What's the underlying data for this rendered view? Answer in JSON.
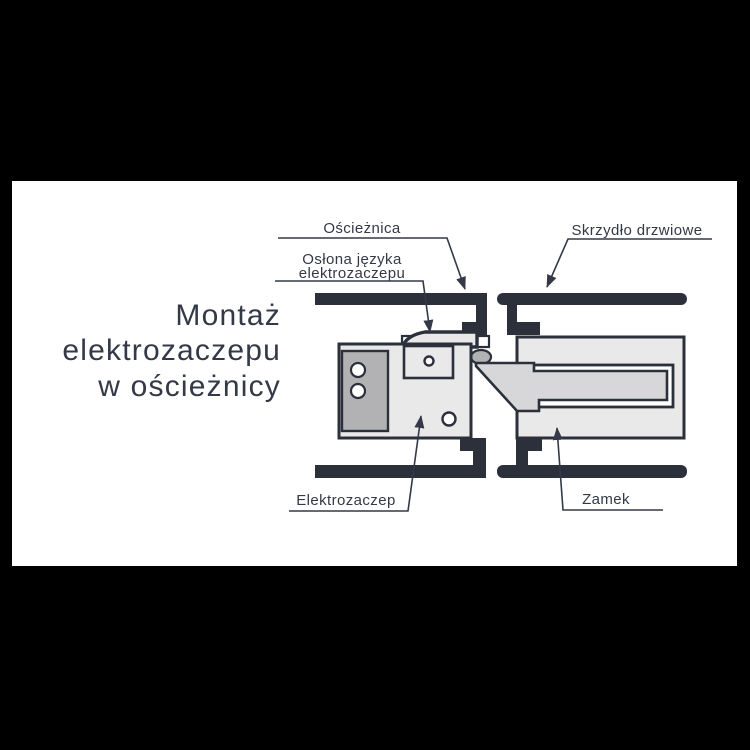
{
  "page": {
    "background": "#000000",
    "panel_background": "#ffffff"
  },
  "title": {
    "line1": "Montaż",
    "line2": "elektrozaczepu",
    "line3": "w ościeżnicy"
  },
  "labels": {
    "frame": "Ościeżnica",
    "latch_cover": {
      "line1": "Osłona języka",
      "line2": "elektrozaczepu"
    },
    "door_leaf": "Skrzydło drzwiowe",
    "strike": "Elektrozaczep",
    "lock": "Zamek"
  },
  "colors": {
    "outline_dark": "#2b303b",
    "body_light_gray": "#e9e9ea",
    "latch_gray": "#d7d7d9",
    "mount_gray": "#b2b2b4",
    "text_color": "#343947"
  }
}
